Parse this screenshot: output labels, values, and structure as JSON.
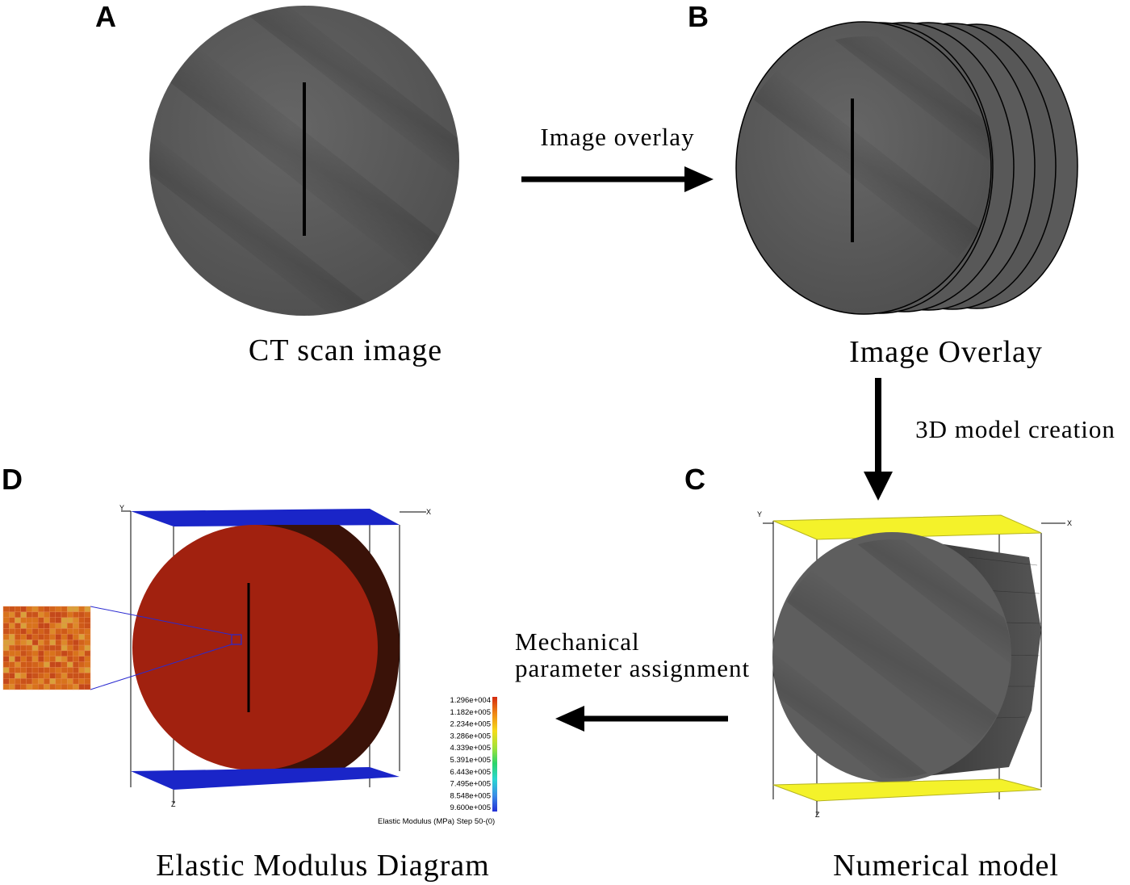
{
  "panels": {
    "a": {
      "label": "A",
      "caption": "CT scan image"
    },
    "b": {
      "label": "B",
      "caption": "Image Overlay"
    },
    "c": {
      "label": "C",
      "caption": "Numerical model"
    },
    "d": {
      "label": "D",
      "caption": "Elastic Modulus Diagram"
    }
  },
  "arrows": {
    "ab": "Image overlay",
    "bc": "3D model creation",
    "cd_line1": "Mechanical",
    "cd_line2": "parameter assignment"
  },
  "axes": {
    "x": "X",
    "y": "Y",
    "z": "Z"
  },
  "legend": {
    "ticks": [
      "1.296e+004",
      "1.182e+005",
      "2.234e+005",
      "3.286e+005",
      "4.339e+005",
      "5.391e+005",
      "6.443e+005",
      "7.495e+005",
      "8.548e+005",
      "9.600e+005"
    ],
    "title": "Elastic Modulus (MPa) Step 50-(0)"
  },
  "colors": {
    "ct_gray": "#5a5a5a",
    "modulus_red": "#a1210f",
    "platen_blue": "#1a25c8",
    "platen_yellow": "#f4f22a",
    "zoom_orange": "#d2631a"
  }
}
